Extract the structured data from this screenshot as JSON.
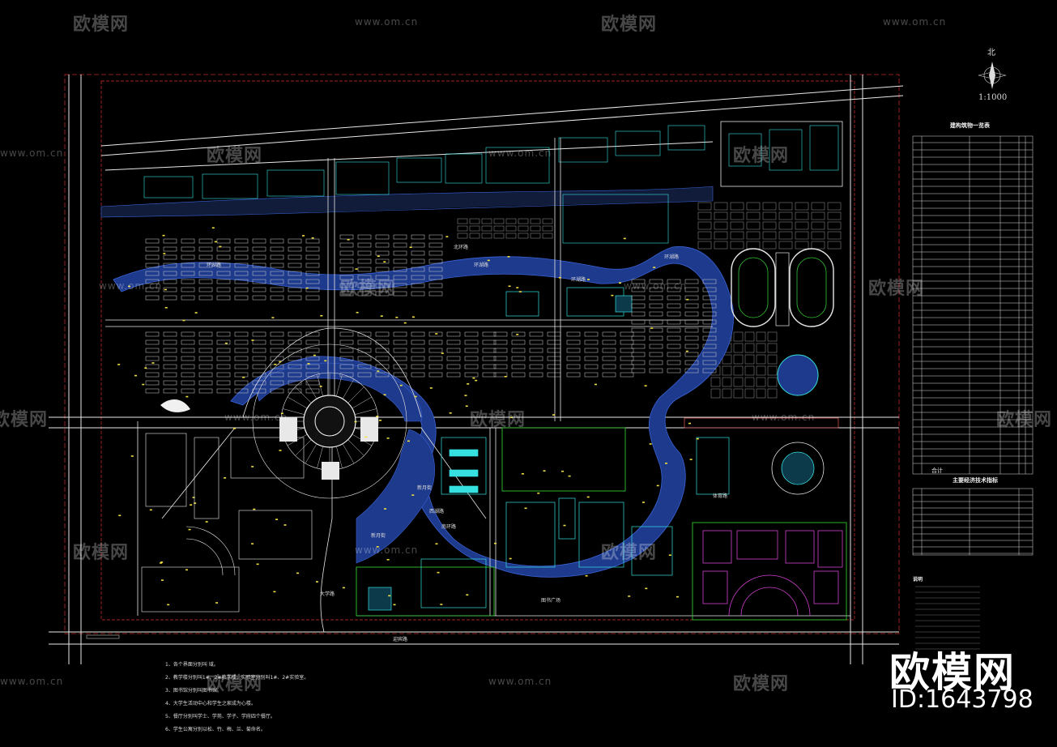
{
  "drawing": {
    "north_label": "北",
    "scale_label": "1:1000",
    "table1_title": "建构筑物一览表",
    "table2_title": "主要经济技术指标",
    "notes_heading": "说明",
    "table1_footer": "合计",
    "notes": [
      "1、各个界面分别叫      域。",
      "2、教学楼分别叫1#、2#教学楼，实验室分别叫1#、2#实验室。",
      "3、图书馆分别叫图书馆。",
      "4、大学生活动中心和学生之家成为心楼。",
      "5、餐厅分别叫学士、学苑、学子、学府四个餐厅。",
      "6、学生公寓分别以松、竹、梅、兰、菊命名。"
    ],
    "road_labels": [
      "环湖路",
      "环湖路",
      "环湖路",
      "环湖路",
      "西湖路",
      "新月街",
      "新月街",
      "大学路",
      "南环路",
      "图书广场",
      "迎宾路",
      "体育路",
      "北环路"
    ]
  },
  "watermark": {
    "brand": "欧模网",
    "url": "www.om.cn",
    "big_brand": "欧模网",
    "id_text": "ID:1643798"
  },
  "colors": {
    "background": "#000000",
    "road_white": "#e8e8e8",
    "boundary_red": "#d93030",
    "building_cyan": "#36e0e0",
    "green_space": "#32c832",
    "lake_blue": "#1e3a8c",
    "lake_edge": "#3a64d8",
    "road_magenta": "#d040d0",
    "yellow_text": "#f0e040",
    "dorm_grey": "#9a9a9a"
  }
}
